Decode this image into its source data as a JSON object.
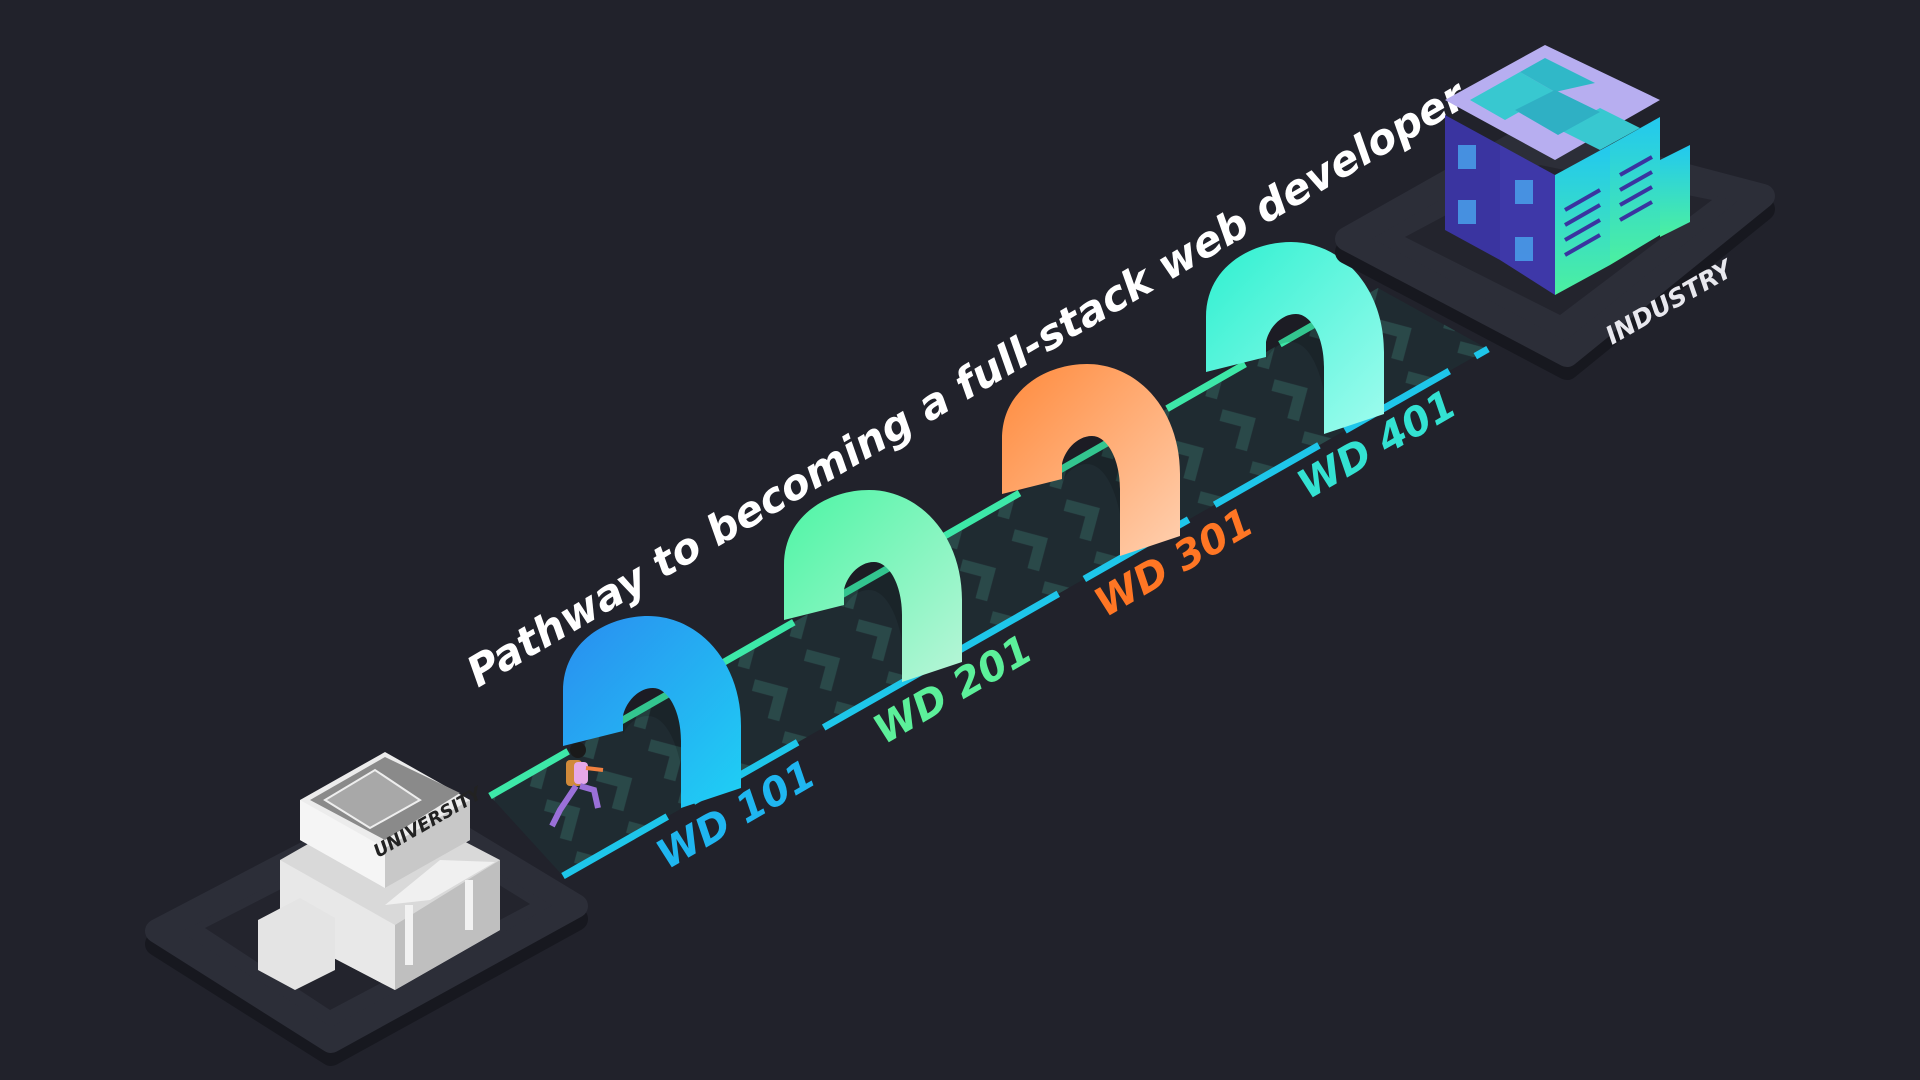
{
  "title": "Pathway to becoming a full-stack web developer",
  "start": {
    "label": "UNIVERSITY"
  },
  "end": {
    "label": "INDUSTRY"
  },
  "stages": [
    {
      "label": "WD 101",
      "color": "#1fb6f0"
    },
    {
      "label": "WD 201",
      "color": "#5cf09a"
    },
    {
      "label": "WD 301",
      "color": "#ff7624"
    },
    {
      "label": "WD 401",
      "color": "#33e2d2"
    }
  ],
  "colors": {
    "background": "#21222b",
    "platform": "#2c2e38",
    "road": "#1f2b31",
    "edge_green": "#3de8a8",
    "edge_cyan": "#1ec6ea"
  }
}
